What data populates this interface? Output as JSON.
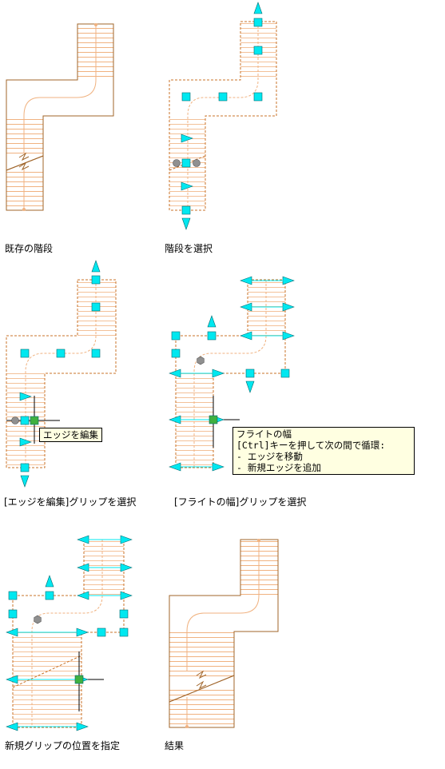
{
  "captions": {
    "existing": "既存の階段",
    "select": "階段を選択",
    "edit_edge": "[エッジを編集]グリップを選択",
    "flight_width": "[フライトの幅]グリップを選択",
    "new_grip": "新規グリップの位置を指定",
    "result": "結果"
  },
  "tooltips": {
    "edit_edge": "エッジを編集",
    "flight_width": {
      "title": "フライトの幅",
      "line1": "[Ctrl]キーを押して次の間で循環:",
      "line2": "- エッジを移動",
      "line3": "- 新規エッジを追加"
    }
  },
  "colors": {
    "stair_outline": "#a0652a",
    "tread_line": "#f0b280",
    "dashed_outline": "#c8732a",
    "grip_fill": "#00e8f0",
    "active_grip": "#40b040",
    "crosshair": "#000000"
  }
}
